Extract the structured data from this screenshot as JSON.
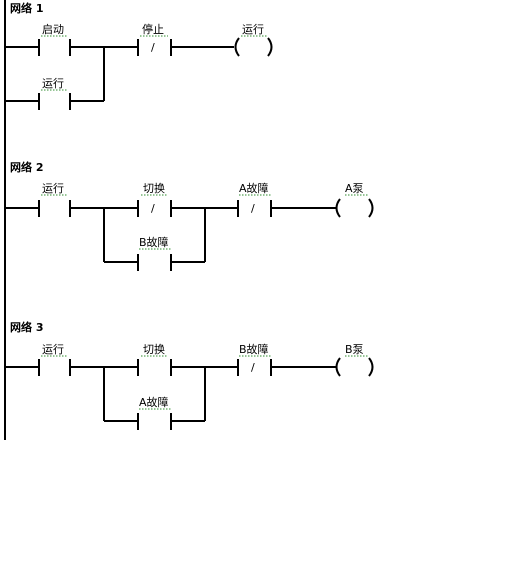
{
  "networks": [
    {
      "title": "网络 1",
      "contacts": [
        {
          "label": "启动",
          "type": "NO"
        },
        {
          "label": "运行",
          "type": "NO"
        },
        {
          "label": "停止",
          "type": "NC"
        }
      ],
      "coil": {
        "label": "运行"
      }
    },
    {
      "title": "网络 2",
      "contacts": [
        {
          "label": "运行",
          "type": "NO"
        },
        {
          "label": "切换",
          "type": "NC"
        },
        {
          "label": "B故障",
          "type": "NO"
        },
        {
          "label": "A故障",
          "type": "NC"
        }
      ],
      "coil": {
        "label": "A泵"
      }
    },
    {
      "title": "网络 3",
      "contacts": [
        {
          "label": "运行",
          "type": "NO"
        },
        {
          "label": "切换",
          "type": "NO"
        },
        {
          "label": "A故障",
          "type": "NO"
        },
        {
          "label": "B故障",
          "type": "NC"
        }
      ],
      "coil": {
        "label": "B泵"
      }
    }
  ],
  "nc_mark": "/"
}
